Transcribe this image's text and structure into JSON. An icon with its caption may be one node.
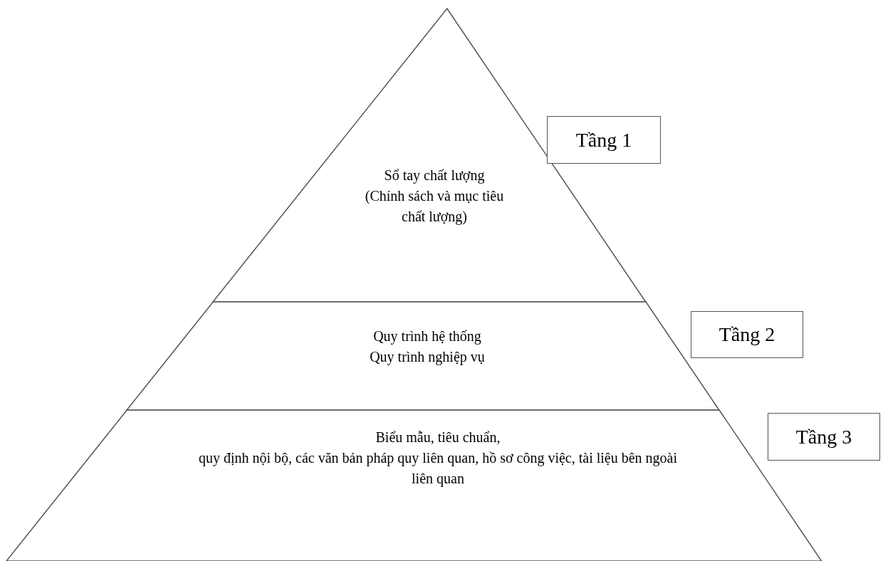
{
  "diagram": {
    "nodes": [
      {
        "text": [
          "Sổ tay chất lượng",
          "(Chính sách và mục tiêu chất lượng)"
        ]
      },
      {
        "text": [
          "Quy trình hệ thống",
          "Quy trình nghiệp vụ"
        ]
      },
      {
        "text": [
          "Biểu mẫu, tiêu chuẩn,",
          "quy định nội bộ, các văn bản pháp quy liên quan, hồ sơ công việc, tài liệu bên ngoài liên quan"
        ]
      },
      {
        "text": [
          "Tầng 1"
        ]
      },
      {
        "text": [
          "Tầng 2"
        ]
      },
      {
        "text": [
          "Tầng 3"
        ]
      }
    ]
  }
}
